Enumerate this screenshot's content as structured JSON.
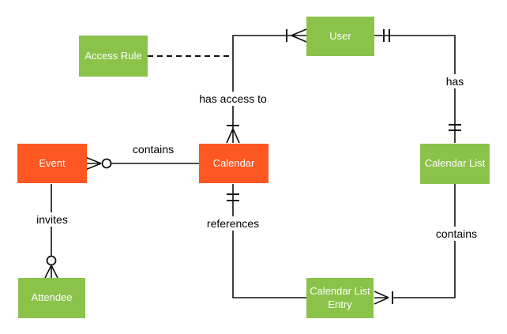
{
  "diagram": {
    "kind": "entity-relationship-diagram",
    "notation": "crows-foot",
    "colors": {
      "entity_orange": "#FF5722",
      "entity_green": "#8BC34A",
      "entity_text": "#FFFFFF",
      "line": "#111111",
      "label_text": "#000000",
      "background": "#FFFFFF"
    },
    "entities": [
      {
        "id": "access-rule",
        "label": "Access Rule",
        "color": "green"
      },
      {
        "id": "user",
        "label": "User",
        "color": "green"
      },
      {
        "id": "event",
        "label": "Event",
        "color": "orange"
      },
      {
        "id": "calendar",
        "label": "Calendar",
        "color": "orange"
      },
      {
        "id": "calendar-list",
        "label": "Calendar List",
        "color": "green"
      },
      {
        "id": "attendee",
        "label": "Attendee",
        "color": "green"
      },
      {
        "id": "calendar-list-entry",
        "label": "Calendar List Entry",
        "color": "green"
      }
    ],
    "relationships": [
      {
        "id": "calendar-contains-event",
        "label": "contains",
        "from": "Calendar",
        "to": "Event",
        "to_cardinality": "zero-or-many"
      },
      {
        "id": "event-invites-attendee",
        "label": "invites",
        "from": "Event",
        "to": "Attendee",
        "to_cardinality": "zero-or-many"
      },
      {
        "id": "user-has-access-to-calendar",
        "label": "has access to",
        "from": "User",
        "to": "Calendar",
        "from_cardinality": "one-or-many",
        "to_cardinality": "one-or-many"
      },
      {
        "id": "user-has-calendar-list",
        "label": "has",
        "from": "User",
        "to": "Calendar List",
        "from_cardinality": "exactly-one",
        "to_cardinality": "exactly-one"
      },
      {
        "id": "calendar-list-contains-entry",
        "label": "contains",
        "from": "Calendar List",
        "to": "Calendar List Entry",
        "to_cardinality": "one-or-many"
      },
      {
        "id": "entry-references-calendar",
        "label": "references",
        "from": "Calendar List Entry",
        "to": "Calendar",
        "to_cardinality": "exactly-one"
      },
      {
        "id": "access-rule-association",
        "label": "",
        "from": "Access Rule",
        "to": "has-access-to relationship",
        "style": "dashed"
      }
    ]
  }
}
